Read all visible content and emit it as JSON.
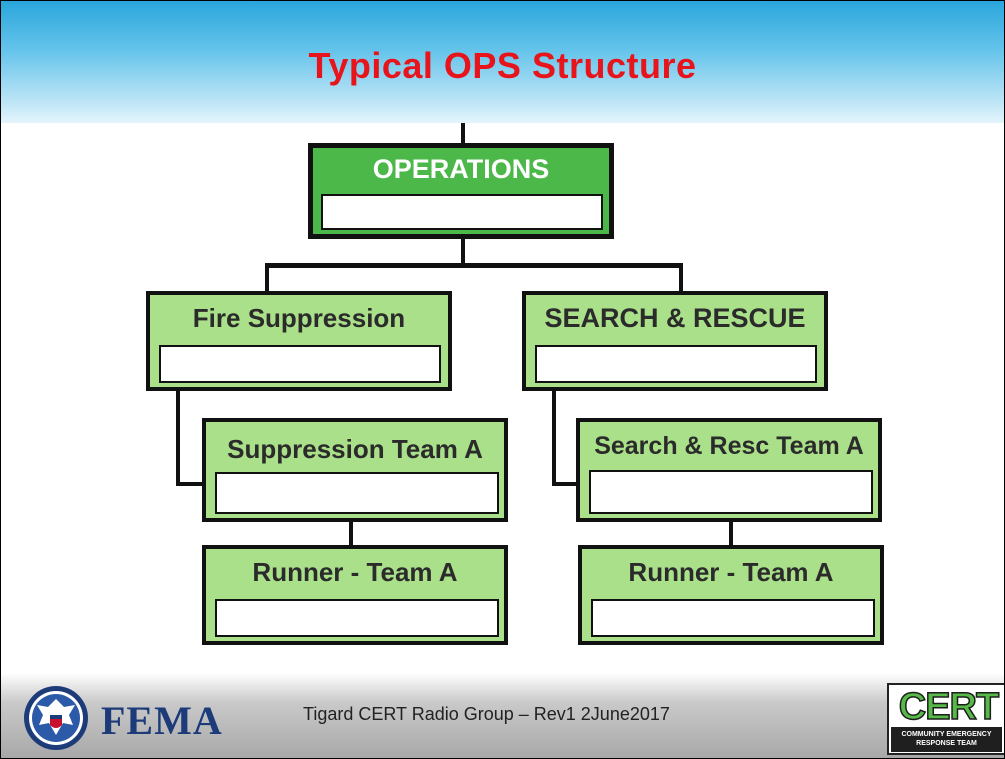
{
  "slide": {
    "title": "Typical OPS Structure",
    "title_color": "#e8141c"
  },
  "org_chart": {
    "operations": {
      "label": "OPERATIONS",
      "color": "#4db84a"
    },
    "fire_suppression": {
      "label": "Fire Suppression"
    },
    "search_rescue": {
      "label": "SEARCH & RESCUE"
    },
    "suppression_team": {
      "label": "Suppression Team A"
    },
    "search_team": {
      "label": "Search & Resc Team A"
    },
    "runner_left": {
      "label": "Runner - Team A"
    },
    "runner_right": {
      "label": "Runner - Team A"
    },
    "box_color": "#a9e089"
  },
  "footer": {
    "agency": "FEMA",
    "caption": "Tigard CERT Radio Group – Rev1 2June2017",
    "cert_logo": {
      "word": "CERT",
      "line1": "COMMUNITY EMERGENCY",
      "line2": "RESPONSE TEAM"
    },
    "seal_icon": "dhs-seal-icon"
  }
}
